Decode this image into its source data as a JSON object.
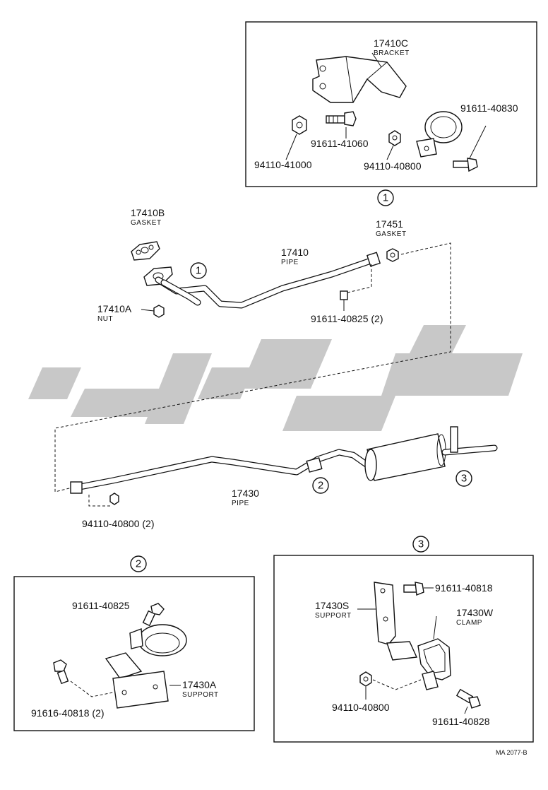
{
  "diagram": {
    "ref_code": "MA 2077-B",
    "callouts": {
      "c1": "1",
      "c2": "2",
      "c3": "3"
    },
    "watermark_text": "ﺷﺎﭘﻮﮔﺎ",
    "parts": {
      "p17410c": {
        "number": "17410C",
        "name": "BRACKET"
      },
      "p91611_40830": {
        "number": "91611-40830"
      },
      "p91611_41060": {
        "number": "91611-41060"
      },
      "p94110_41000": {
        "number": "94110-41000"
      },
      "p94110_40800_top": {
        "number": "94110-40800"
      },
      "p17410b": {
        "number": "17410B",
        "name": "GASKET"
      },
      "p17410": {
        "number": "17410",
        "name": "PIPE"
      },
      "p17451": {
        "number": "17451",
        "name": "GASKET"
      },
      "p17410a": {
        "number": "17410A",
        "name": "NUT"
      },
      "p91611_40825_2": {
        "number": "91611-40825 (2)"
      },
      "p17430": {
        "number": "17430",
        "name": "PIPE"
      },
      "p94110_40800_2": {
        "number": "94110-40800 (2)"
      },
      "p91611_40825": {
        "number": "91611-40825"
      },
      "p17430a": {
        "number": "17430A",
        "name": "SUPPORT"
      },
      "p91616_40818_2": {
        "number": "91616-40818 (2)"
      },
      "p91611_40818": {
        "number": "91611-40818"
      },
      "p17430s": {
        "number": "17430S",
        "name": "SUPPORT"
      },
      "p17430w": {
        "number": "17430W",
        "name": "CLAMP"
      },
      "p94110_40800_b": {
        "number": "94110-40800"
      },
      "p91611_40828": {
        "number": "91611-40828"
      }
    }
  }
}
